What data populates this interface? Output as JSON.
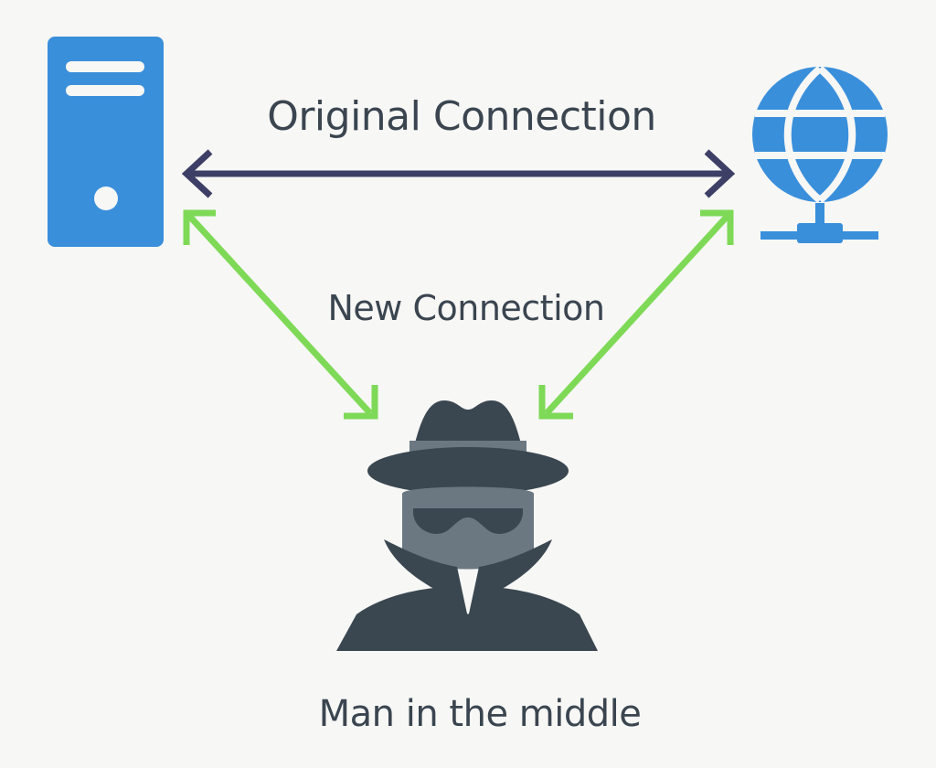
{
  "labels": {
    "original_connection": "Original Connection",
    "new_connection": "New Connection",
    "man_in_the_middle": "Man in the middle"
  },
  "nodes": [
    {
      "id": "client",
      "icon": "server-icon"
    },
    {
      "id": "internet",
      "icon": "globe-network-icon"
    },
    {
      "id": "attacker",
      "icon": "spy-icon"
    }
  ],
  "colors": {
    "background": "#f7f7f5",
    "icon_blue": "#3a8fdb",
    "original_arrow": "#3d3f66",
    "new_arrow": "#7ed957",
    "spy_dark": "#3a4750",
    "spy_face": "#6b7882",
    "text": "#3a4550"
  }
}
